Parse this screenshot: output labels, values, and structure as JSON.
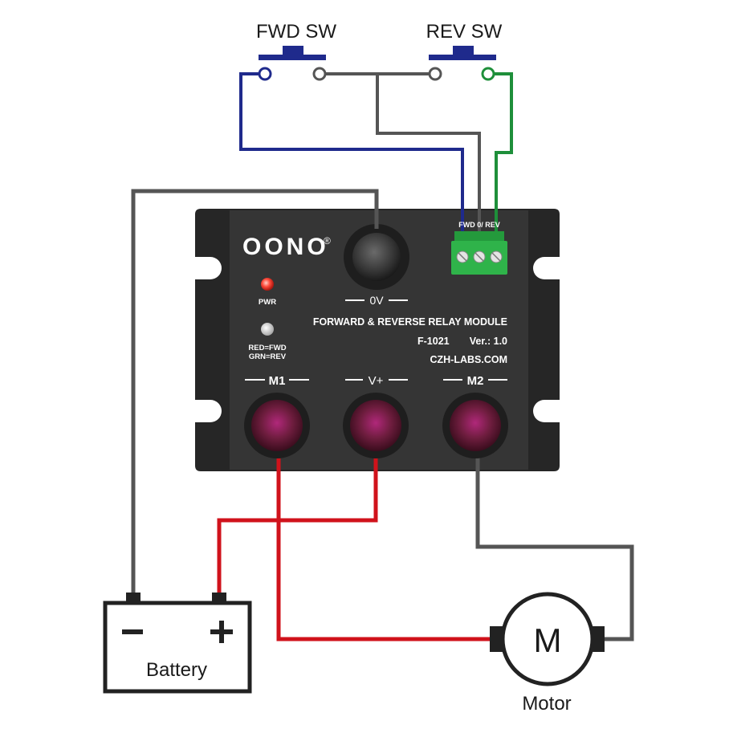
{
  "switches": {
    "fwd": {
      "label": "FWD SW"
    },
    "rev": {
      "label": "REV SW"
    }
  },
  "module": {
    "brand": "OONO",
    "registered_mark": "®",
    "terminal_header": "FWD 0/ REV",
    "button_label": "0V",
    "pwr_label": "PWR",
    "status_label_line1": "RED=FWD",
    "status_label_line2": "GRN=REV",
    "title": "FORWARD & REVERSE RELAY MODULE",
    "model": "F-1021",
    "version": "Ver.: 1.0",
    "website": "CZH-LABS.COM",
    "terminals": {
      "m1": "M1",
      "vplus": "V+",
      "m2": "M2"
    }
  },
  "battery": {
    "label": "Battery",
    "minus": "−",
    "plus": "+"
  },
  "motor": {
    "symbol": "M",
    "label": "Motor"
  },
  "colors": {
    "wire_blue": "#1f2a8c",
    "wire_gray": "#555555",
    "wire_green": "#1e8f3a",
    "wire_red": "#d0121b",
    "module_body": "#2f2f2f",
    "terminal_green": "#2fb34a",
    "pwr_led": "#ff4a3a"
  }
}
